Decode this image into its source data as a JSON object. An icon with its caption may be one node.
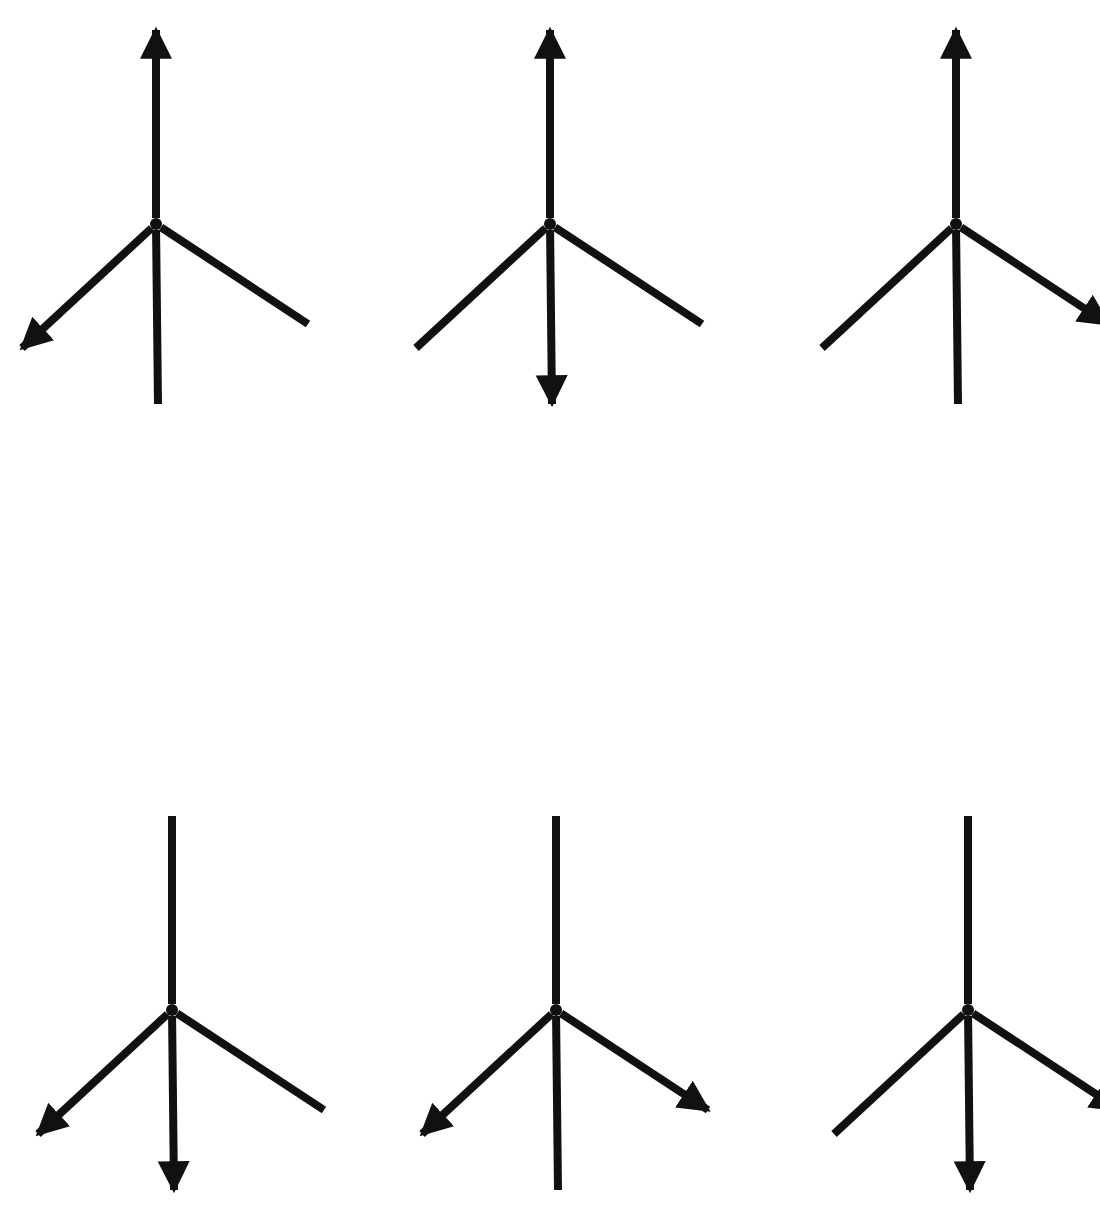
{
  "diagram": {
    "nodes": [
      {
        "text": [],
        "shape": "point"
      },
      {
        "text": [],
        "shape": "point"
      },
      {
        "text": [],
        "shape": "point"
      },
      {
        "text": [],
        "shape": "point"
      },
      {
        "text": [],
        "shape": "point"
      },
      {
        "text": [],
        "shape": "point"
      }
    ],
    "edges": [
      {
        "from": 0,
        "to": null,
        "arrow": "to"
      },
      {
        "from": 0,
        "to": null,
        "arrow": "to"
      },
      {
        "from": 0,
        "to": null,
        "arrow": "none"
      },
      {
        "from": 0,
        "to": null,
        "arrow": "none"
      },
      {
        "from": 1,
        "to": null,
        "arrow": "to"
      },
      {
        "from": 1,
        "to": null,
        "arrow": "none"
      },
      {
        "from": 1,
        "to": null,
        "arrow": "to"
      },
      {
        "from": 1,
        "to": null,
        "arrow": "none"
      },
      {
        "from": 2,
        "to": null,
        "arrow": "to"
      },
      {
        "from": 2,
        "to": null,
        "arrow": "none"
      },
      {
        "from": 2,
        "to": null,
        "arrow": "none"
      },
      {
        "from": 2,
        "to": null,
        "arrow": "to"
      },
      {
        "from": 3,
        "to": null,
        "arrow": "none"
      },
      {
        "from": 3,
        "to": null,
        "arrow": "to"
      },
      {
        "from": 3,
        "to": null,
        "arrow": "to"
      },
      {
        "from": 3,
        "to": null,
        "arrow": "none"
      },
      {
        "from": 4,
        "to": null,
        "arrow": "none"
      },
      {
        "from": 4,
        "to": null,
        "arrow": "to"
      },
      {
        "from": 4,
        "to": null,
        "arrow": "none"
      },
      {
        "from": 4,
        "to": null,
        "arrow": "to"
      },
      {
        "from": 5,
        "to": null,
        "arrow": "none"
      },
      {
        "from": 5,
        "to": null,
        "arrow": "none"
      },
      {
        "from": 5,
        "to": null,
        "arrow": "to"
      },
      {
        "from": 5,
        "to": null,
        "arrow": "to"
      }
    ]
  }
}
